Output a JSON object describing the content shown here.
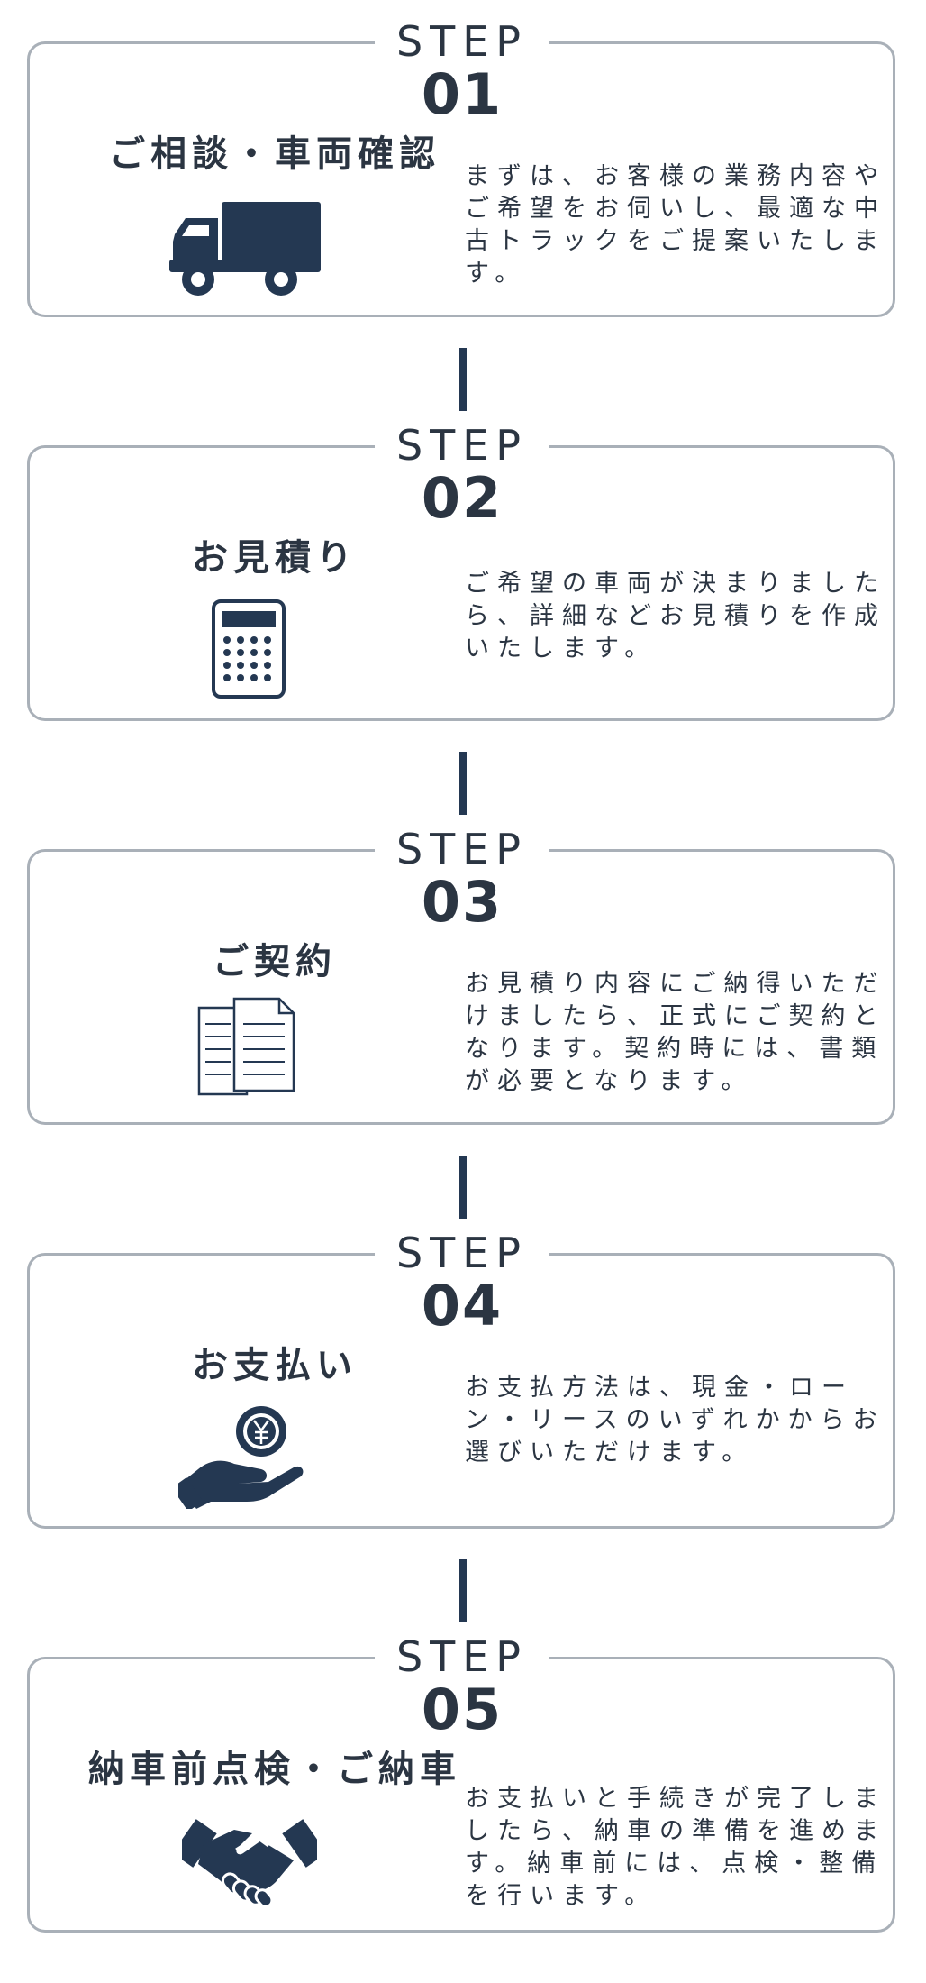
{
  "step_label": "STEP",
  "steps": [
    {
      "number": "01",
      "title": "ご相談・車両確認",
      "icon": "truck-icon",
      "description": "まずは、お客様の業務内容やご希望をお伺いし、最適な中古トラックをご提案いたします。"
    },
    {
      "number": "02",
      "title": "お見積り",
      "icon": "calculator-icon",
      "description": "ご希望の車両が決まりましたら、詳細などお見積りを作成いたします。"
    },
    {
      "number": "03",
      "title": "ご契約",
      "icon": "documents-icon",
      "description": "お見積り内容にご納得いただけましたら、正式にご契約となります。契約時には、書類が必要となります。"
    },
    {
      "number": "04",
      "title": "お支払い",
      "icon": "yen-coin-hand-icon",
      "description": "お支払方法は、現金・ローン・リースのいずれかからお選びいただけます。"
    },
    {
      "number": "05",
      "title": "納車前点検・ご納車",
      "icon": "handshake-icon",
      "description": "お支払いと手続きが完了しましたら、納車の準備を進めます。納車前には、点検・整備を行います。"
    }
  ],
  "colors": {
    "primary": "#2b3542",
    "icon": "#243852",
    "border": "#a9b0b8"
  }
}
